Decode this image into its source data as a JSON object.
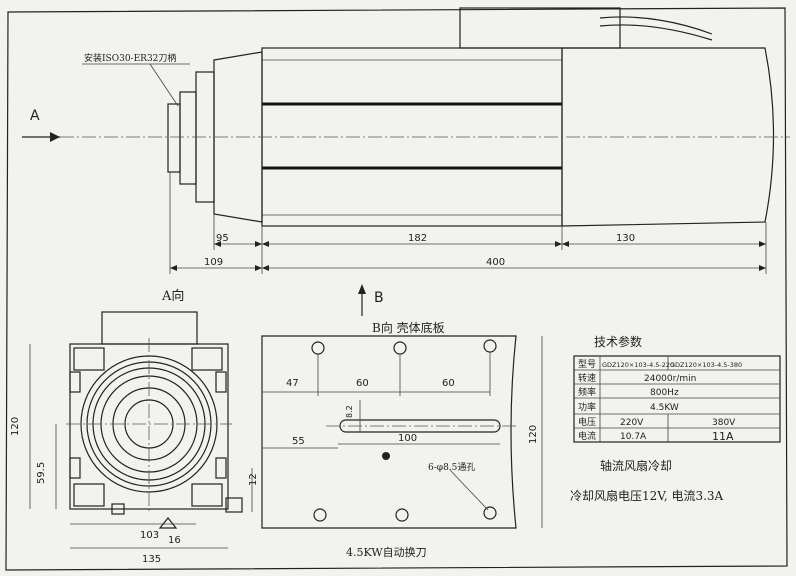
{
  "top_view": {
    "label_A": "A",
    "holder_note": "安装ISO30-ER32刀柄",
    "dim_95": "95",
    "dim_182": "182",
    "dim_130": "130",
    "dim_109": "109",
    "dim_400": "400"
  },
  "view_A": {
    "title": "A向",
    "dim_120": "120",
    "dim_59_5": "59.5",
    "dim_12": "12",
    "dim_103": "103",
    "dim_16": "16",
    "dim_135": "135"
  },
  "view_B": {
    "arrow_label": "B",
    "title": "B向 壳体底板",
    "dim_47": "47",
    "dim_60a": "60",
    "dim_60b": "60",
    "dim_slot": "8.2",
    "dim_55": "55",
    "dim_100": "100",
    "dim_120": "120",
    "holes_note": "6-φ8.5通孔"
  },
  "specs": {
    "title": "技术参数",
    "rows": [
      [
        "型号",
        "GDZ120×103-4.5-220",
        "GDZ120×103-4.5-380"
      ],
      [
        "转速",
        "24000r/min",
        ""
      ],
      [
        "频率",
        "800Hz",
        ""
      ],
      [
        "功率",
        "4.5KW",
        ""
      ],
      [
        "电压",
        "220V",
        "380V"
      ],
      [
        "电流",
        "10.7A",
        "11A"
      ]
    ]
  },
  "fan": {
    "title": "轴流风扇冷却",
    "note": "冷却风扇电压12V, 电流3.3A"
  },
  "footer": {
    "caption": "4.5KW自动换刀"
  }
}
